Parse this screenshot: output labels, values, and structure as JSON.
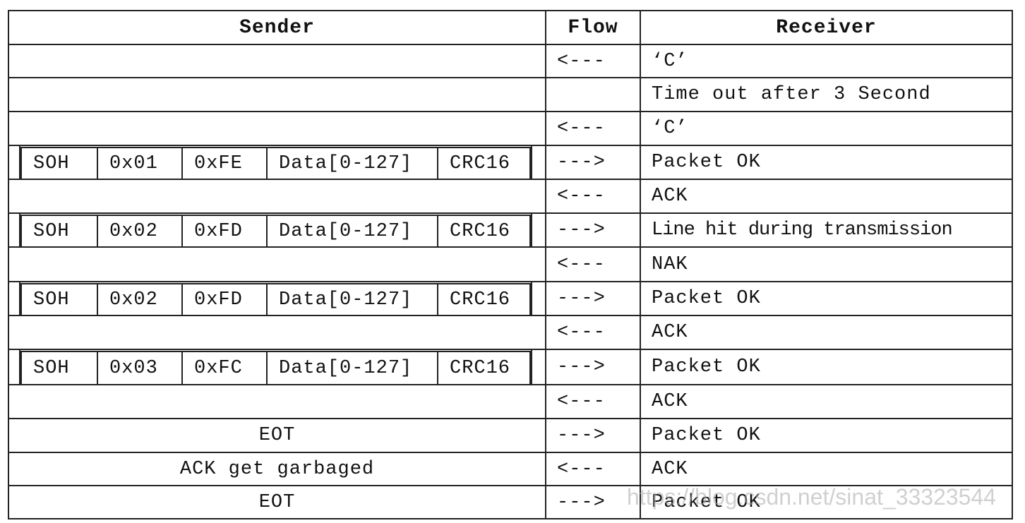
{
  "header": {
    "sender": "Sender",
    "flow": "Flow",
    "receiver": "Receiver"
  },
  "rows": [
    {
      "sender": "",
      "flow": "<---",
      "receiver": "‘C’"
    },
    {
      "sender": "",
      "flow": "",
      "receiver": "Time out after 3 Second"
    },
    {
      "sender": "",
      "flow": "<---",
      "receiver": "‘C’"
    },
    {
      "packet": [
        "SOH",
        "0x01",
        "0xFE",
        "Data[0-127]",
        "CRC16"
      ],
      "flow": "--->",
      "receiver": "Packet OK"
    },
    {
      "sender": "",
      "flow": "<---",
      "receiver": "ACK"
    },
    {
      "packet": [
        "SOH",
        "0x02",
        "0xFD",
        "Data[0-127]",
        "CRC16"
      ],
      "flow": "--->",
      "receiver": "Line hit during transmission"
    },
    {
      "sender": "",
      "flow": "<---",
      "receiver": "NAK"
    },
    {
      "packet": [
        "SOH",
        "0x02",
        "0xFD",
        "Data[0-127]",
        "CRC16"
      ],
      "flow": "--->",
      "receiver": "Packet OK"
    },
    {
      "sender": "",
      "flow": "<---",
      "receiver": "ACK"
    },
    {
      "packet": [
        "SOH",
        "0x03",
        "0xFC",
        "Data[0-127]",
        "CRC16"
      ],
      "flow": "--->",
      "receiver": "Packet OK"
    },
    {
      "sender": "",
      "flow": "<---",
      "receiver": "ACK"
    },
    {
      "sender": "EOT",
      "flow": "--->",
      "receiver": "Packet OK"
    },
    {
      "sender": "ACK get garbaged",
      "flow": "<---",
      "receiver": "ACK"
    },
    {
      "sender": "EOT",
      "flow": "--->",
      "receiver": "Packet OK"
    }
  ],
  "watermark": "https://blog.csdn.net/sinat_33323544"
}
